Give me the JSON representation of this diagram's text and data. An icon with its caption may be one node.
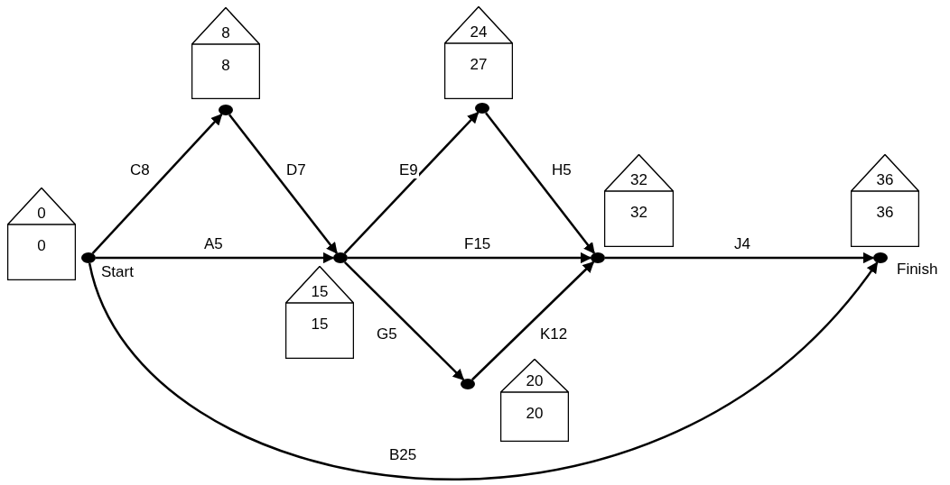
{
  "diagram": {
    "nodes": [
      {
        "text": [
          "0",
          "0"
        ]
      },
      {
        "text": [],
        "shape": "circle",
        "beside": [
          "Start"
        ]
      },
      {
        "text": [
          "8",
          "8"
        ]
      },
      {
        "text": [],
        "shape": "circle"
      },
      {
        "text": [
          "15",
          "15"
        ]
      },
      {
        "text": [],
        "shape": "circle"
      },
      {
        "text": [
          "24",
          "27"
        ]
      },
      {
        "text": [],
        "shape": "circle"
      },
      {
        "text": [
          "20",
          "20"
        ]
      },
      {
        "text": [],
        "shape": "circle"
      },
      {
        "text": [
          "32",
          "32"
        ]
      },
      {
        "text": [],
        "shape": "circle"
      },
      {
        "text": [
          "36",
          "36"
        ]
      },
      {
        "text": [],
        "shape": "circle",
        "beside": [
          "Finish"
        ]
      }
    ],
    "edges": [
      {
        "from": 1,
        "to": 3,
        "arrow": "to",
        "label": "C8"
      },
      {
        "from": 1,
        "to": 5,
        "arrow": "to",
        "label": "A5"
      },
      {
        "from": 1,
        "to": 13,
        "arrow": "to",
        "label": "B25"
      },
      {
        "from": 3,
        "to": 5,
        "arrow": "to",
        "label": "D7"
      },
      {
        "from": 5,
        "to": 7,
        "arrow": "to",
        "label": "E9"
      },
      {
        "from": 5,
        "to": 11,
        "arrow": "to",
        "label": "F15"
      },
      {
        "from": 5,
        "to": 9,
        "arrow": "to",
        "label": "G5"
      },
      {
        "from": 7,
        "to": 11,
        "arrow": "to",
        "label": "H5"
      },
      {
        "from": 9,
        "to": 11,
        "arrow": "to",
        "label": "K12"
      },
      {
        "from": 11,
        "to": 13,
        "arrow": "to",
        "label": "J4"
      }
    ]
  }
}
